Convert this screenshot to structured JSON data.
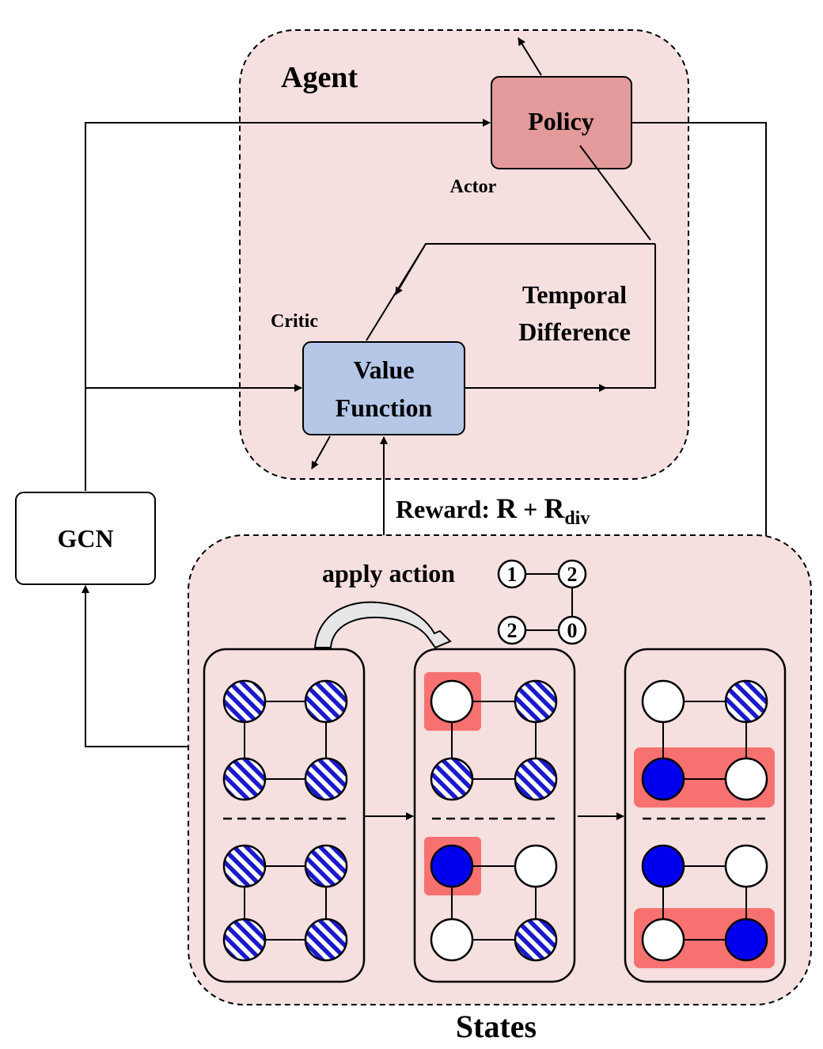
{
  "agent": {
    "title": "Agent",
    "policy_label": "Policy",
    "actor_label": "Actor",
    "critic_label": "Critic",
    "value_function_line1": "Value",
    "value_function_line2": "Function",
    "td_line1": "Temporal",
    "td_line2": "Difference"
  },
  "gcn_label": "GCN",
  "reward": {
    "prefix": "Reward: ",
    "R": "R",
    "plus": " + ",
    "R_div": "R",
    "div_subscript": "div"
  },
  "states": {
    "title": "States",
    "apply_action": "apply action",
    "action_graph": [
      "1",
      "2",
      "2",
      "0"
    ]
  },
  "colors": {
    "agent_fill": "#f5dfdf",
    "states_fill": "#f5dfdf",
    "policy_fill": "#e39a9a",
    "value_fill": "#b4c7e7",
    "highlight": "#f87171",
    "node_blue": "#0000ee",
    "stripe_blue": "#1a1acc"
  },
  "icons": {
    "curved_arrow": "curved-hollow-arrow-icon"
  }
}
